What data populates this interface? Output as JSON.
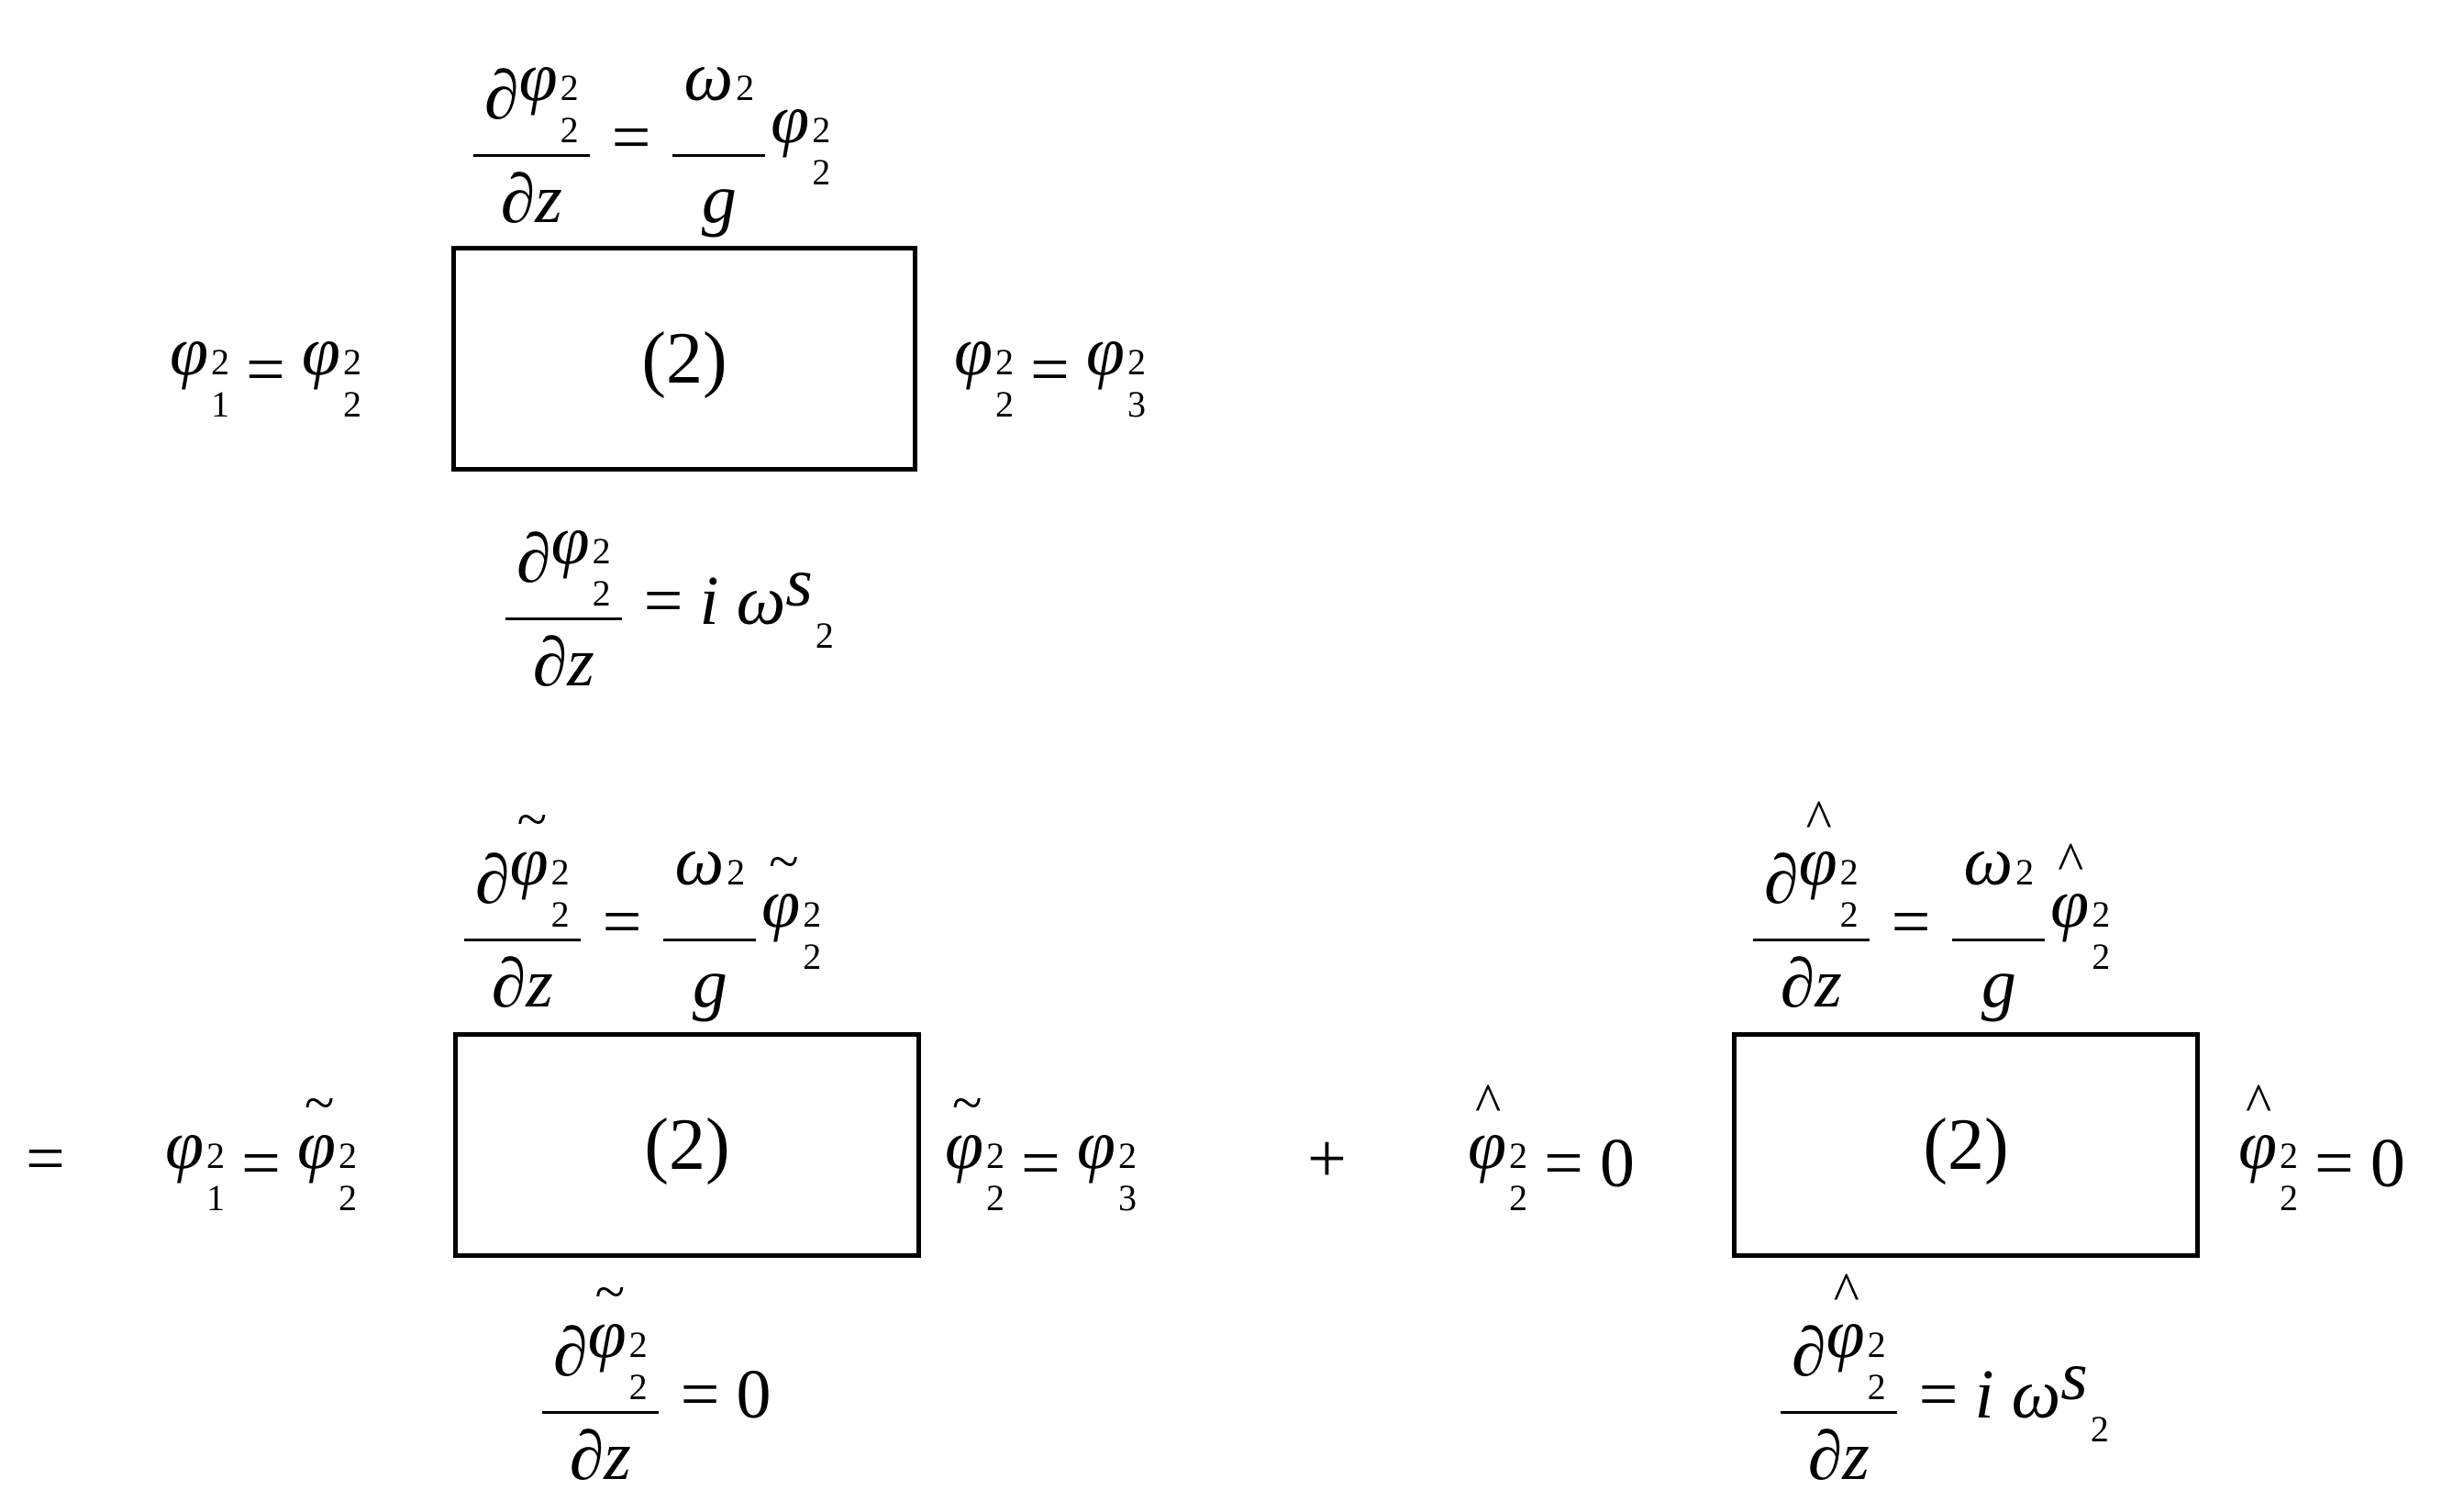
{
  "symbols": {
    "partial": "∂",
    "phi": "φ",
    "omega": "ω",
    "g": "g",
    "z": "z",
    "i": "i",
    "s": "s",
    "equals": "=",
    "zero": "0",
    "sup_2": "2",
    "sub_1": "1",
    "sub_2": "2",
    "sub_3": "3",
    "tilde": "~",
    "hat": "^"
  },
  "region_label": "(2)",
  "operators": {
    "equals_sign": "=",
    "plus_sign": "+"
  }
}
